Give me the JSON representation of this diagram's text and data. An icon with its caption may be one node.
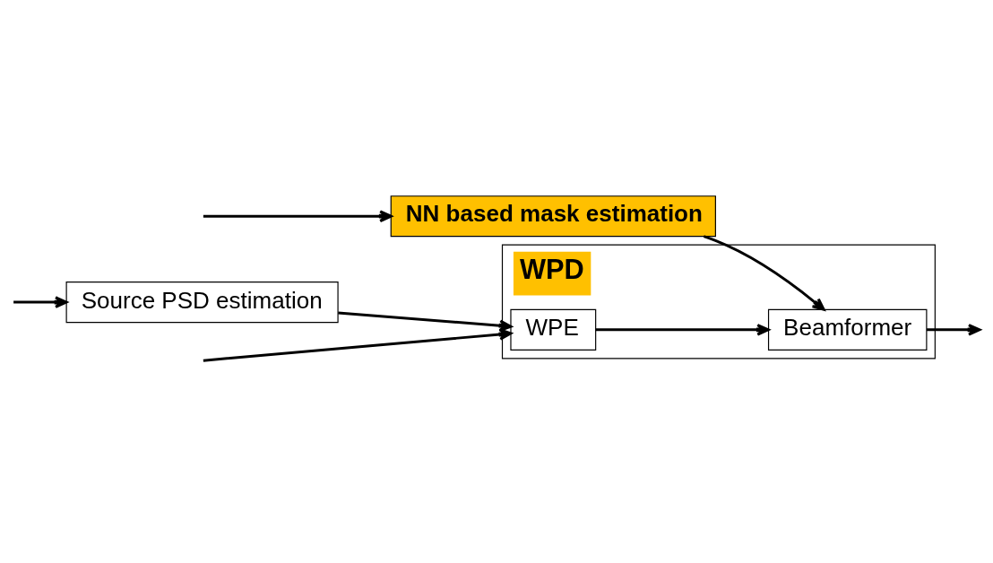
{
  "diagram": {
    "nodes": [
      {
        "text": [
          "WPD"
        ]
      },
      {
        "text": [
          "WPE"
        ],
        "in": 0
      },
      {
        "text": [
          "Beamformer"
        ],
        "in": 0
      },
      {
        "text": [
          "Source PSD estimation"
        ]
      },
      {
        "text": [
          "NN based mask estimation"
        ]
      }
    ],
    "edges": [
      {
        "from": null,
        "to": 1,
        "arrow": "to"
      },
      {
        "from": null,
        "to": 3,
        "arrow": "to"
      },
      {
        "from": null,
        "to": 4,
        "arrow": "to"
      },
      {
        "from": 1,
        "to": 2,
        "arrow": "to"
      },
      {
        "from": 2,
        "to": null,
        "arrow": "to"
      },
      {
        "from": 3,
        "to": 1,
        "arrow": "to"
      },
      {
        "from": 4,
        "to": 2,
        "arrow": "to"
      }
    ]
  }
}
